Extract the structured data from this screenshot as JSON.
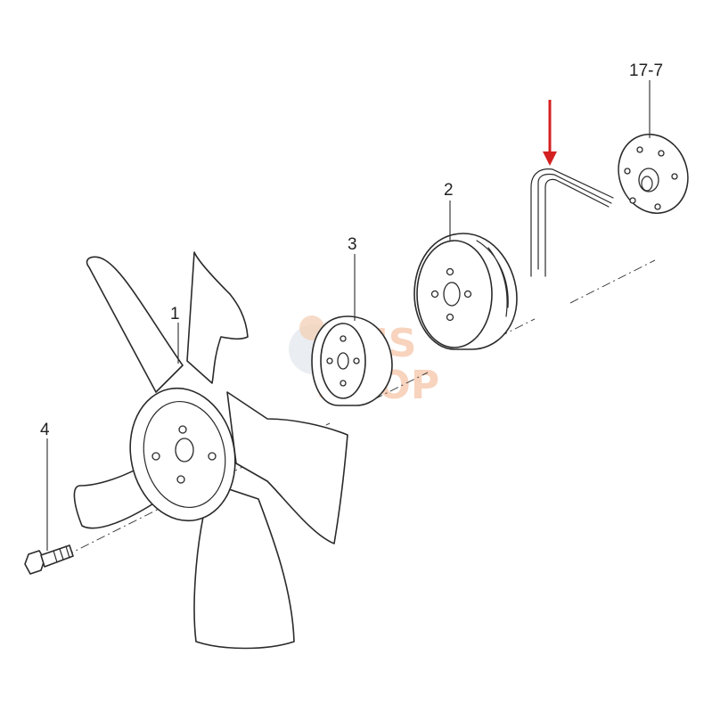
{
  "diagram": {
    "callouts": {
      "fan": "1",
      "pulley": "2",
      "spacer": "3",
      "bolt": "4",
      "flange": "17-7"
    },
    "watermark": {
      "line1": "MS",
      "line2": "SHOP"
    },
    "colors": {
      "line": "#2a2a2a",
      "arrow": "#d42020",
      "watermark": "#f0a67a"
    }
  }
}
